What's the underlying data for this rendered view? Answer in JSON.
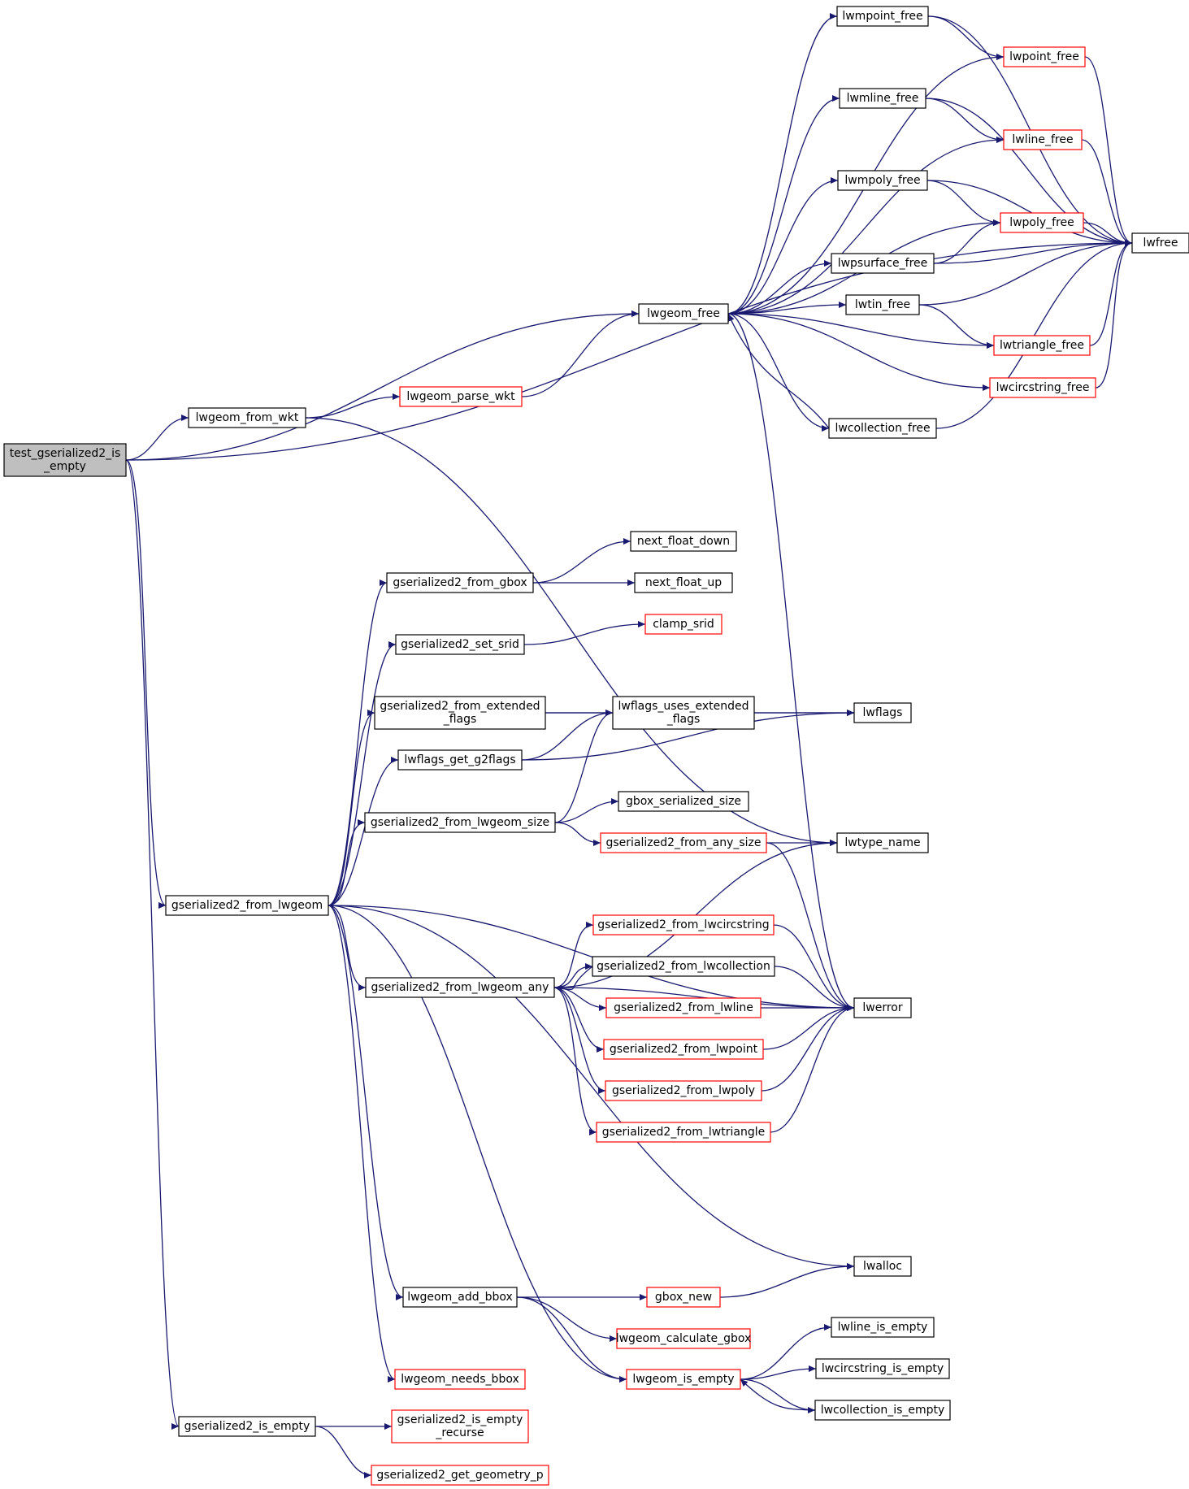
{
  "colors": {
    "edge": "#191970",
    "normal_border": "#000000",
    "incomplete_border": "#ff0000",
    "root_fill": "#bfbfbf",
    "background": "#ffffff"
  },
  "nodes": {
    "test_gserialized2_is_empty": [
      "test_gserialized2_is",
      "_empty"
    ],
    "lwgeom_from_wkt": [
      "lwgeom_from_wkt"
    ],
    "lwgeom_parse_wkt": [
      "lwgeom_parse_wkt"
    ],
    "lwgeom_free": [
      "lwgeom_free"
    ],
    "lwmpoint_free": [
      "lwmpoint_free"
    ],
    "lwpoint_free": [
      "lwpoint_free"
    ],
    "lwmline_free": [
      "lwmline_free"
    ],
    "lwline_free": [
      "lwline_free"
    ],
    "lwmpoly_free": [
      "lwmpoly_free"
    ],
    "lwpoly_free": [
      "lwpoly_free"
    ],
    "lwpsurface_free": [
      "lwpsurface_free"
    ],
    "lwtin_free": [
      "lwtin_free"
    ],
    "lwtriangle_free": [
      "lwtriangle_free"
    ],
    "lwcircstring_free": [
      "lwcircstring_free"
    ],
    "lwcollection_free": [
      "lwcollection_free"
    ],
    "lwfree": [
      "lwfree"
    ],
    "next_float_down": [
      "next_float_down"
    ],
    "next_float_up": [
      "next_float_up"
    ],
    "gserialized2_from_gbox": [
      "gserialized2_from_gbox"
    ],
    "clamp_srid": [
      "clamp_srid"
    ],
    "gserialized2_set_srid": [
      "gserialized2_set_srid"
    ],
    "gserialized2_from_extended_flags": [
      "gserialized2_from_extended",
      "_flags"
    ],
    "lwflags_uses_extended_flags": [
      "lwflags_uses_extended",
      "_flags"
    ],
    "lwflags": [
      "lwflags"
    ],
    "lwflags_get_g2flags": [
      "lwflags_get_g2flags"
    ],
    "gbox_serialized_size": [
      "gbox_serialized_size"
    ],
    "gserialized2_from_lwgeom_size": [
      "gserialized2_from_lwgeom_size"
    ],
    "gserialized2_from_any_size": [
      "gserialized2_from_any_size"
    ],
    "lwtype_name": [
      "lwtype_name"
    ],
    "gserialized2_from_lwgeom": [
      "gserialized2_from_lwgeom"
    ],
    "gserialized2_from_lwcircstring": [
      "gserialized2_from_lwcircstring"
    ],
    "gserialized2_from_lwcollection": [
      "gserialized2_from_lwcollection"
    ],
    "gserialized2_from_lwgeom_any": [
      "gserialized2_from_lwgeom_any"
    ],
    "gserialized2_from_lwline": [
      "gserialized2_from_lwline"
    ],
    "lwerror": [
      "lwerror"
    ],
    "gserialized2_from_lwpoint": [
      "gserialized2_from_lwpoint"
    ],
    "gserialized2_from_lwpoly": [
      "gserialized2_from_lwpoly"
    ],
    "gserialized2_from_lwtriangle": [
      "gserialized2_from_lwtriangle"
    ],
    "lwalloc": [
      "lwalloc"
    ],
    "lwgeom_add_bbox": [
      "lwgeom_add_bbox"
    ],
    "gbox_new": [
      "gbox_new"
    ],
    "lwgeom_calculate_gbox": [
      "lwgeom_calculate_gbox"
    ],
    "lwline_is_empty": [
      "lwline_is_empty"
    ],
    "lwcircstring_is_empty": [
      "lwcircstring_is_empty"
    ],
    "lwgeom_is_empty": [
      "lwgeom_is_empty"
    ],
    "lwcollection_is_empty": [
      "lwcollection_is_empty"
    ],
    "lwgeom_needs_bbox": [
      "lwgeom_needs_bbox"
    ],
    "gserialized2_is_empty": [
      "gserialized2_is_empty"
    ],
    "gserialized2_is_empty_recurse": [
      "gserialized2_is_empty",
      "_recurse"
    ],
    "gserialized2_get_geometry_p": [
      "gserialized2_get_geometry_p"
    ]
  },
  "edges": [
    [
      "test_gserialized2_is_empty",
      "lwgeom_free"
    ],
    [
      "test_gserialized2_is_empty",
      "lwgeom_from_wkt"
    ],
    [
      "test_gserialized2_is_empty",
      "lwfree"
    ],
    [
      "test_gserialized2_is_empty",
      "gserialized2_from_lwgeom"
    ],
    [
      "test_gserialized2_is_empty",
      "gserialized2_is_empty"
    ],
    [
      "lwgeom_from_wkt",
      "lwgeom_parse_wkt"
    ],
    [
      "lwgeom_from_wkt",
      "lwtype_name"
    ],
    [
      "lwgeom_parse_wkt",
      "lwgeom_free"
    ],
    [
      "lwgeom_free",
      "lwmpoint_free"
    ],
    [
      "lwgeom_free",
      "lwpoint_free"
    ],
    [
      "lwgeom_free",
      "lwmline_free"
    ],
    [
      "lwgeom_free",
      "lwline_free"
    ],
    [
      "lwgeom_free",
      "lwmpoly_free"
    ],
    [
      "lwgeom_free",
      "lwpoly_free"
    ],
    [
      "lwgeom_free",
      "lwpsurface_free"
    ],
    [
      "lwgeom_free",
      "lwtin_free"
    ],
    [
      "lwgeom_free",
      "lwtriangle_free"
    ],
    [
      "lwgeom_free",
      "lwcircstring_free"
    ],
    [
      "lwgeom_free",
      "lwcollection_free"
    ],
    [
      "lwgeom_free",
      "lwerror"
    ],
    [
      "lwmpoint_free",
      "lwpoint_free"
    ],
    [
      "lwmpoint_free",
      "lwfree"
    ],
    [
      "lwpoint_free",
      "lwfree"
    ],
    [
      "lwmline_free",
      "lwline_free"
    ],
    [
      "lwmline_free",
      "lwfree"
    ],
    [
      "lwline_free",
      "lwfree"
    ],
    [
      "lwmpoly_free",
      "lwpoly_free"
    ],
    [
      "lwmpoly_free",
      "lwfree"
    ],
    [
      "lwpoly_free",
      "lwfree"
    ],
    [
      "lwpsurface_free",
      "lwpoly_free"
    ],
    [
      "lwpsurface_free",
      "lwfree"
    ],
    [
      "lwtin_free",
      "lwtriangle_free"
    ],
    [
      "lwtin_free",
      "lwfree"
    ],
    [
      "lwtriangle_free",
      "lwfree"
    ],
    [
      "lwcircstring_free",
      "lwfree"
    ],
    [
      "lwcollection_free",
      "lwgeom_free"
    ],
    [
      "lwcollection_free",
      "lwfree"
    ],
    [
      "gserialized2_from_lwgeom",
      "gserialized2_from_gbox"
    ],
    [
      "gserialized2_from_lwgeom",
      "gserialized2_set_srid"
    ],
    [
      "gserialized2_from_lwgeom",
      "gserialized2_from_extended_flags"
    ],
    [
      "gserialized2_from_lwgeom",
      "lwflags_get_g2flags"
    ],
    [
      "gserialized2_from_lwgeom",
      "gserialized2_from_lwgeom_size"
    ],
    [
      "gserialized2_from_lwgeom",
      "gserialized2_from_lwgeom_any"
    ],
    [
      "gserialized2_from_lwgeom",
      "lwerror"
    ],
    [
      "gserialized2_from_lwgeom",
      "lwalloc"
    ],
    [
      "gserialized2_from_lwgeom",
      "lwgeom_add_bbox"
    ],
    [
      "gserialized2_from_lwgeom",
      "lwgeom_is_empty"
    ],
    [
      "gserialized2_from_lwgeom",
      "lwgeom_needs_bbox"
    ],
    [
      "gserialized2_from_gbox",
      "next_float_down"
    ],
    [
      "gserialized2_from_gbox",
      "next_float_up"
    ],
    [
      "gserialized2_set_srid",
      "clamp_srid"
    ],
    [
      "gserialized2_from_extended_flags",
      "lwflags_uses_extended_flags"
    ],
    [
      "gserialized2_from_extended_flags",
      "lwflags"
    ],
    [
      "lwflags_uses_extended_flags",
      "lwflags"
    ],
    [
      "lwflags_get_g2flags",
      "lwflags_uses_extended_flags"
    ],
    [
      "lwflags_get_g2flags",
      "lwflags"
    ],
    [
      "gserialized2_from_lwgeom_size",
      "lwflags_uses_extended_flags"
    ],
    [
      "gserialized2_from_lwgeom_size",
      "gbox_serialized_size"
    ],
    [
      "gserialized2_from_lwgeom_size",
      "gserialized2_from_any_size"
    ],
    [
      "gserialized2_from_any_size",
      "lwtype_name"
    ],
    [
      "gserialized2_from_any_size",
      "lwerror"
    ],
    [
      "gserialized2_from_lwgeom_any",
      "lwtype_name"
    ],
    [
      "gserialized2_from_lwgeom_any",
      "gserialized2_from_lwcircstring"
    ],
    [
      "gserialized2_from_lwgeom_any",
      "gserialized2_from_lwcollection"
    ],
    [
      "gserialized2_from_lwgeom_any",
      "gserialized2_from_lwline"
    ],
    [
      "gserialized2_from_lwgeom_any",
      "gserialized2_from_lwpoint"
    ],
    [
      "gserialized2_from_lwgeom_any",
      "gserialized2_from_lwpoly"
    ],
    [
      "gserialized2_from_lwgeom_any",
      "gserialized2_from_lwtriangle"
    ],
    [
      "gserialized2_from_lwgeom_any",
      "lwerror"
    ],
    [
      "gserialized2_from_lwcollection",
      "gserialized2_from_lwgeom_any"
    ],
    [
      "gserialized2_from_lwcollection",
      "lwerror"
    ],
    [
      "gserialized2_from_lwcircstring",
      "lwerror"
    ],
    [
      "gserialized2_from_lwline",
      "lwerror"
    ],
    [
      "gserialized2_from_lwpoint",
      "lwerror"
    ],
    [
      "gserialized2_from_lwpoly",
      "lwerror"
    ],
    [
      "gserialized2_from_lwtriangle",
      "lwerror"
    ],
    [
      "lwgeom_add_bbox",
      "gbox_new"
    ],
    [
      "lwgeom_add_bbox",
      "lwgeom_calculate_gbox"
    ],
    [
      "lwgeom_add_bbox",
      "lwgeom_is_empty"
    ],
    [
      "gbox_new",
      "lwalloc"
    ],
    [
      "lwgeom_is_empty",
      "lwline_is_empty"
    ],
    [
      "lwgeom_is_empty",
      "lwcircstring_is_empty"
    ],
    [
      "lwgeom_is_empty",
      "lwcollection_is_empty"
    ],
    [
      "lwcollection_is_empty",
      "lwgeom_is_empty"
    ],
    [
      "gserialized2_is_empty",
      "gserialized2_is_empty_recurse"
    ],
    [
      "gserialized2_is_empty",
      "gserialized2_get_geometry_p"
    ]
  ]
}
